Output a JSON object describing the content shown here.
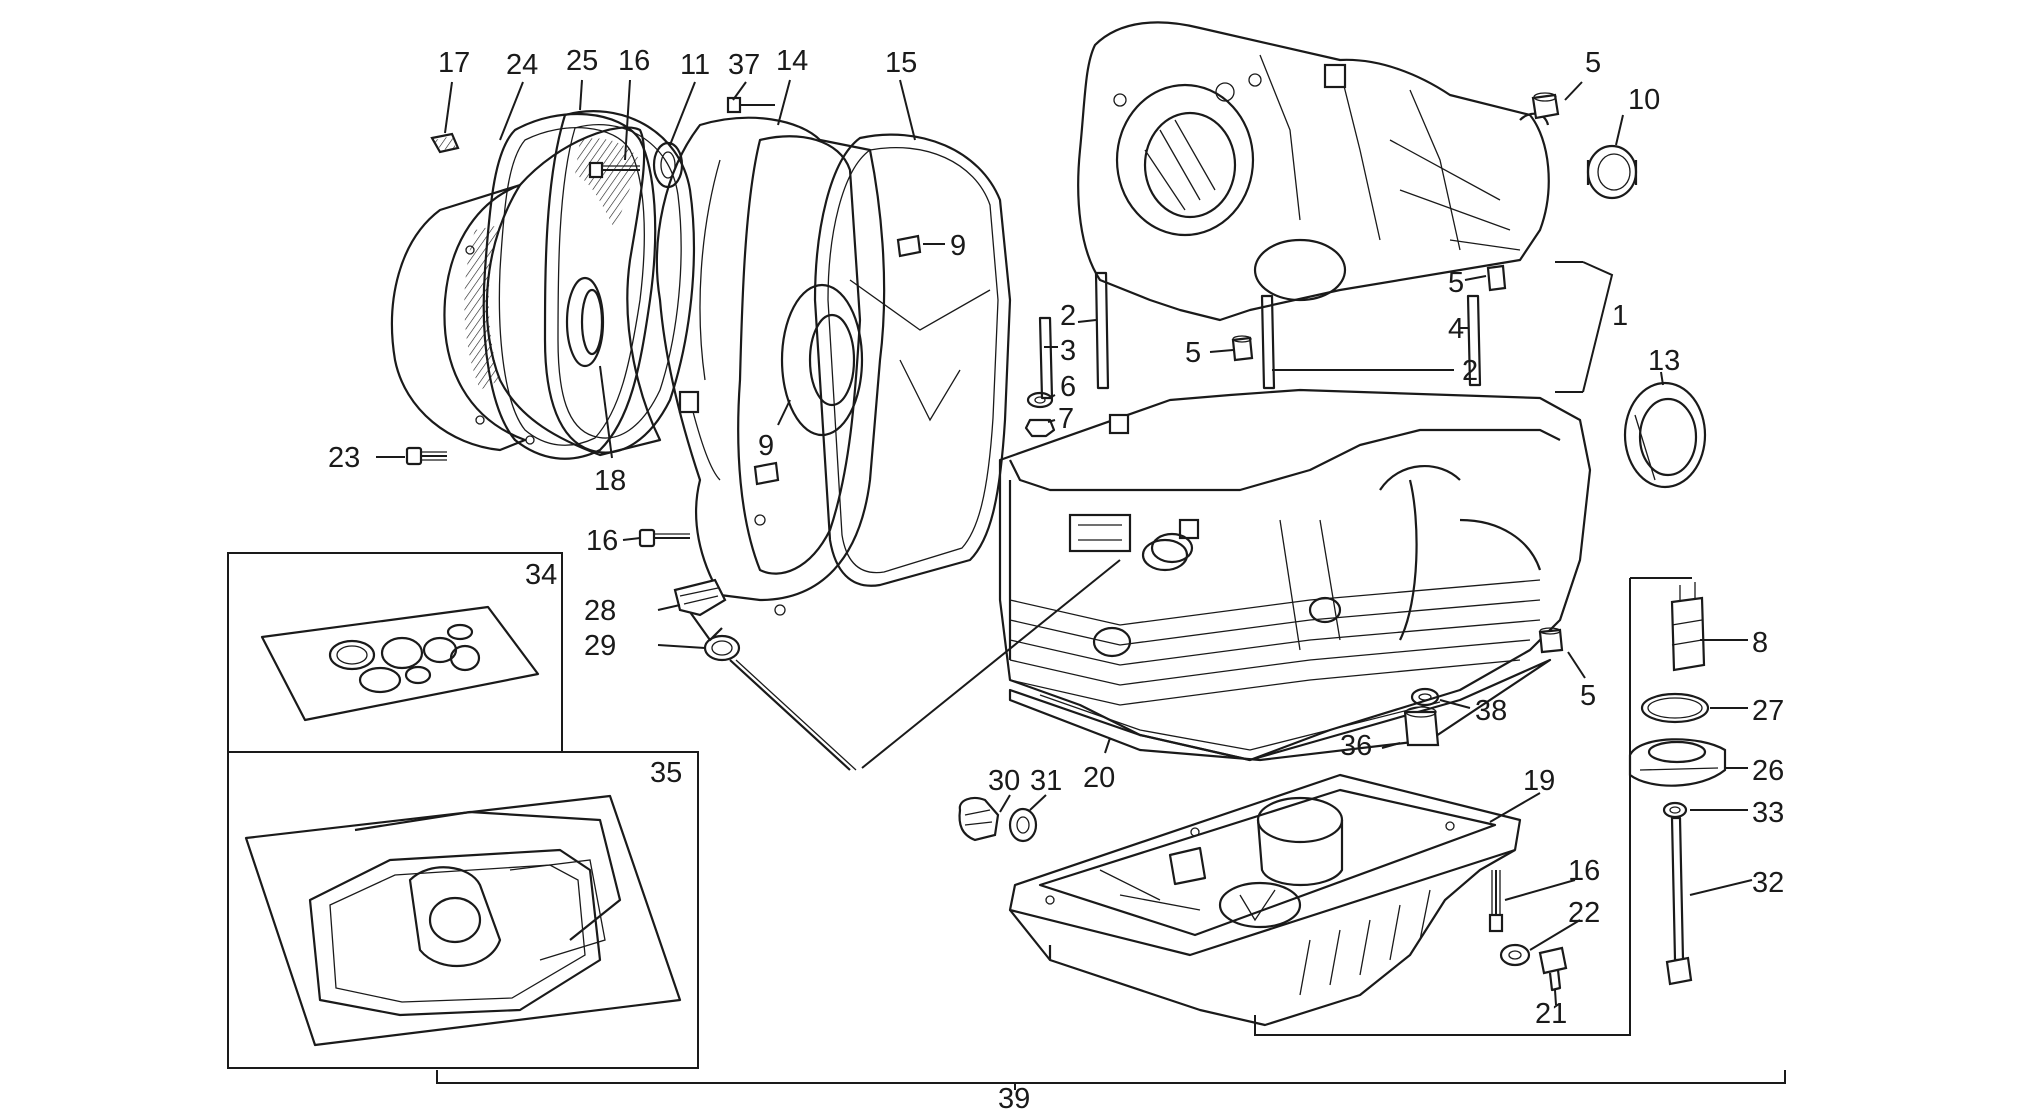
{
  "diagram": {
    "labels": [
      "17",
      "24",
      "25",
      "16",
      "11",
      "37",
      "14",
      "15",
      "9",
      "5",
      "10",
      "1",
      "5",
      "4",
      "2",
      "2",
      "3",
      "6",
      "7",
      "5",
      "13",
      "23",
      "18",
      "9",
      "16",
      "34",
      "28",
      "29",
      "8",
      "27",
      "26",
      "5",
      "38",
      "36",
      "20",
      "35",
      "30",
      "31",
      "19",
      "33",
      "16",
      "22",
      "32",
      "21",
      "39"
    ]
  }
}
